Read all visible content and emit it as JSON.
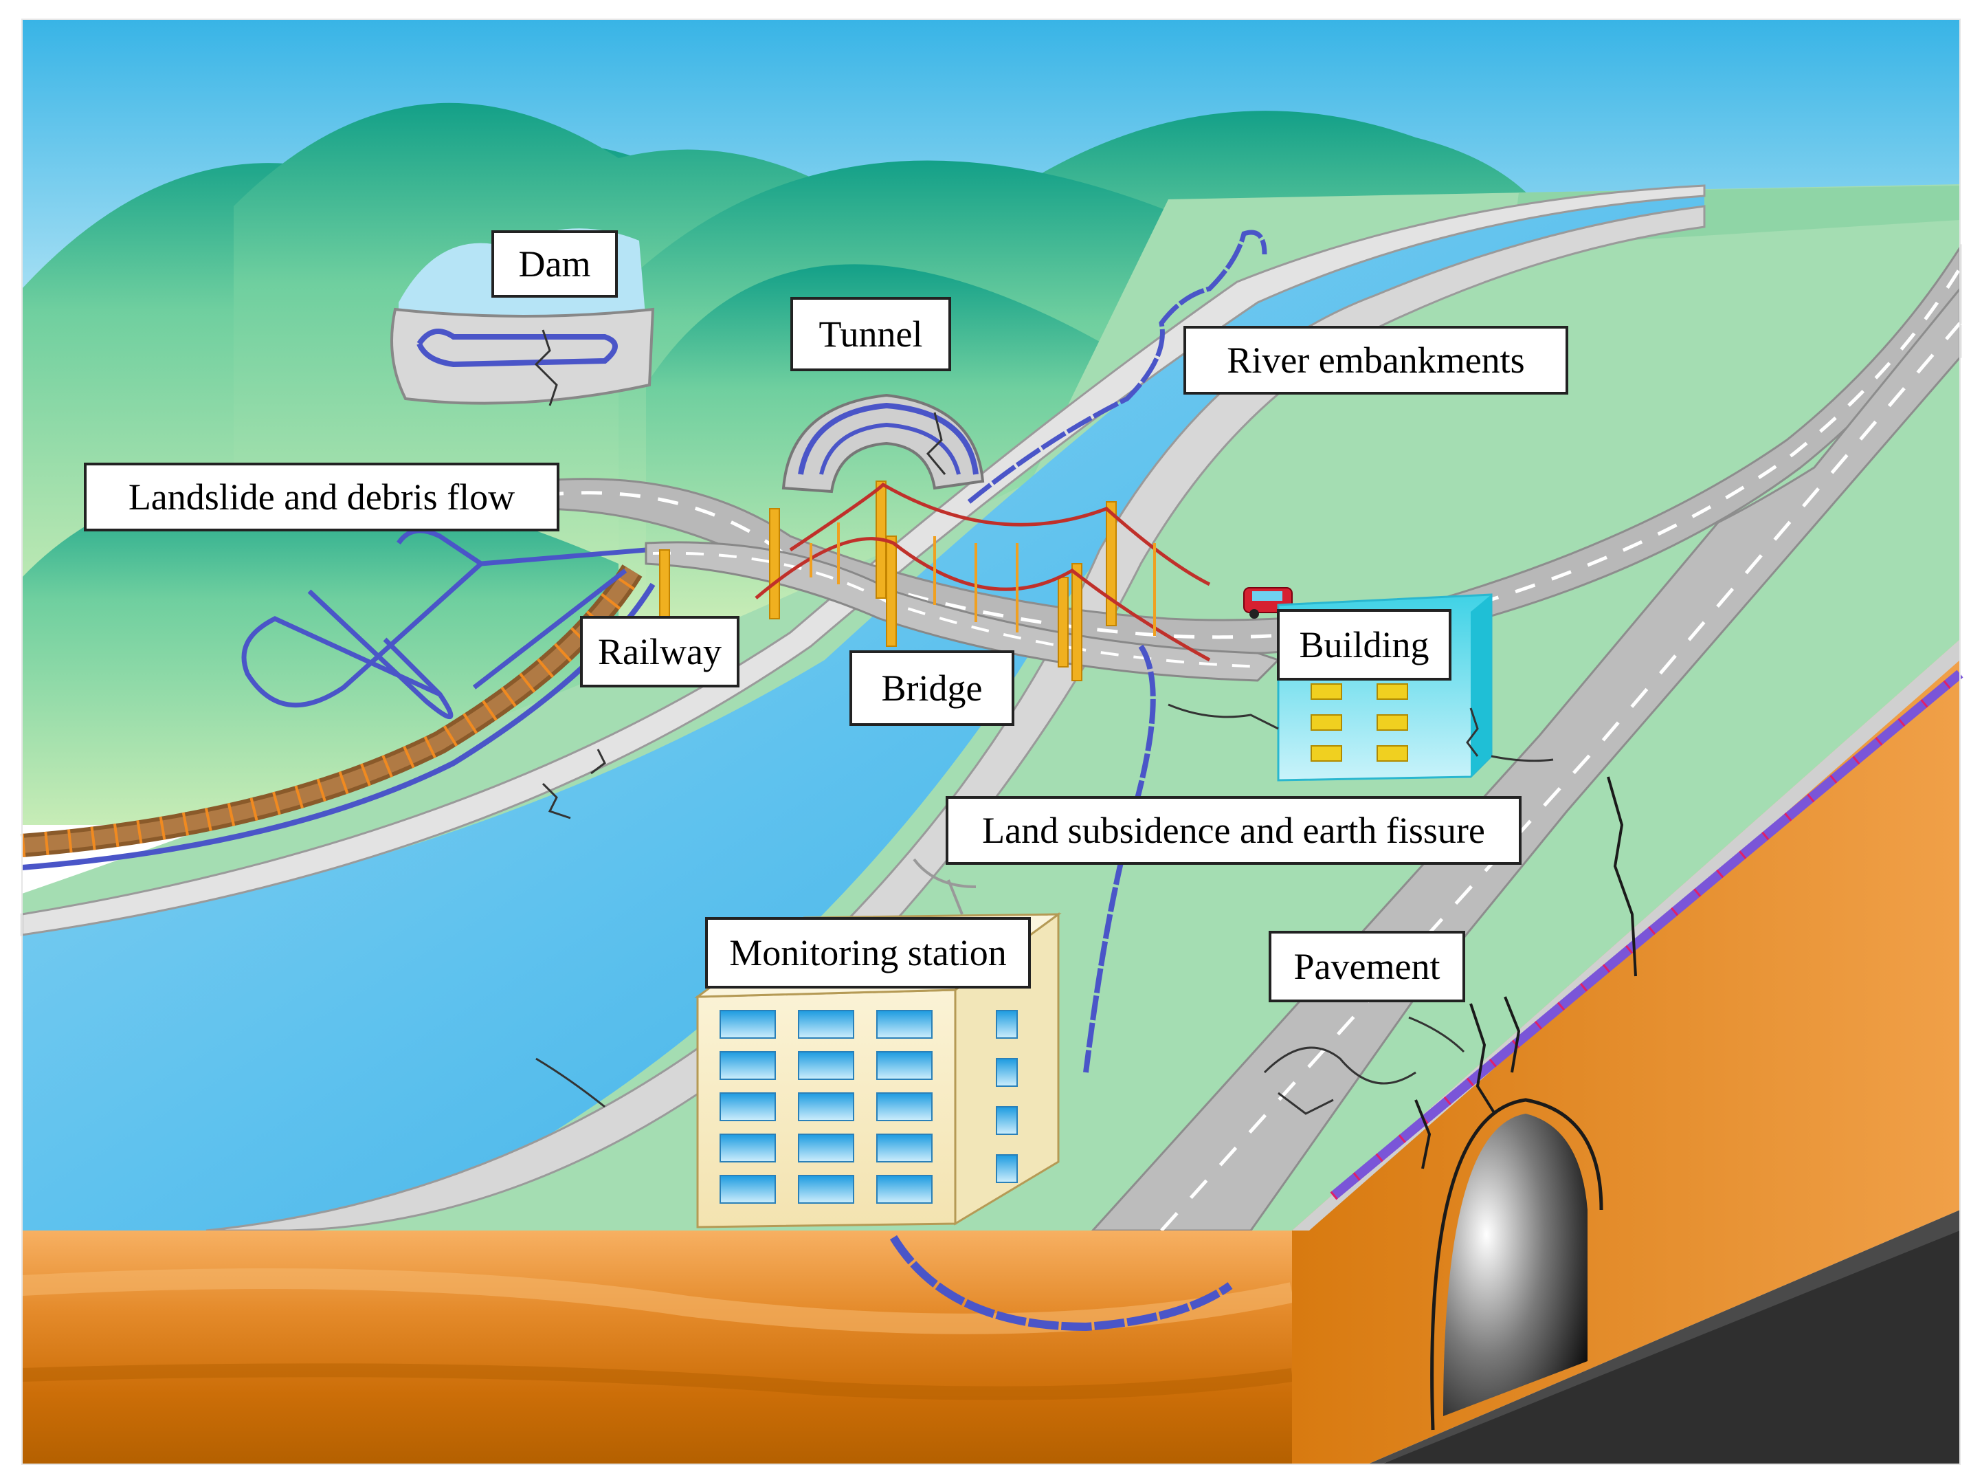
{
  "labels": {
    "dam": "Dam",
    "tunnel": "Tunnel",
    "river_embankments": "River embankments",
    "landslide": "Landslide and debris flow",
    "railway": "Railway",
    "bridge": "Bridge",
    "building": "Building",
    "land_subsidence": "Land subsidence and earth fissure",
    "monitoring_station": "Monitoring station",
    "pavement": "Pavement"
  },
  "colors": {
    "sky_top": "#3cb6e6",
    "sky_bottom": "#ffffff",
    "hill_top": "#1aa68a",
    "hill_bottom": "#bfe8b0",
    "ground": "#9fdcae",
    "river": "#5cc4ee",
    "road": "#bdbdbd",
    "soil_light": "#f0a050",
    "soil_dark": "#c86a00",
    "sensing_cable": "#4a55c8",
    "cable_marker": "#e0206a",
    "bridge_cable": "#c0302a",
    "bridge_tower": "#f0b020",
    "rock_face": "#2f2f2f"
  },
  "icons": [
    "dam-icon",
    "tunnel-portal-icon",
    "suspension-bridge-icon",
    "building-icon",
    "monitoring-station-icon",
    "car-icon",
    "satellite-dish-icon",
    "crack-icon"
  ]
}
